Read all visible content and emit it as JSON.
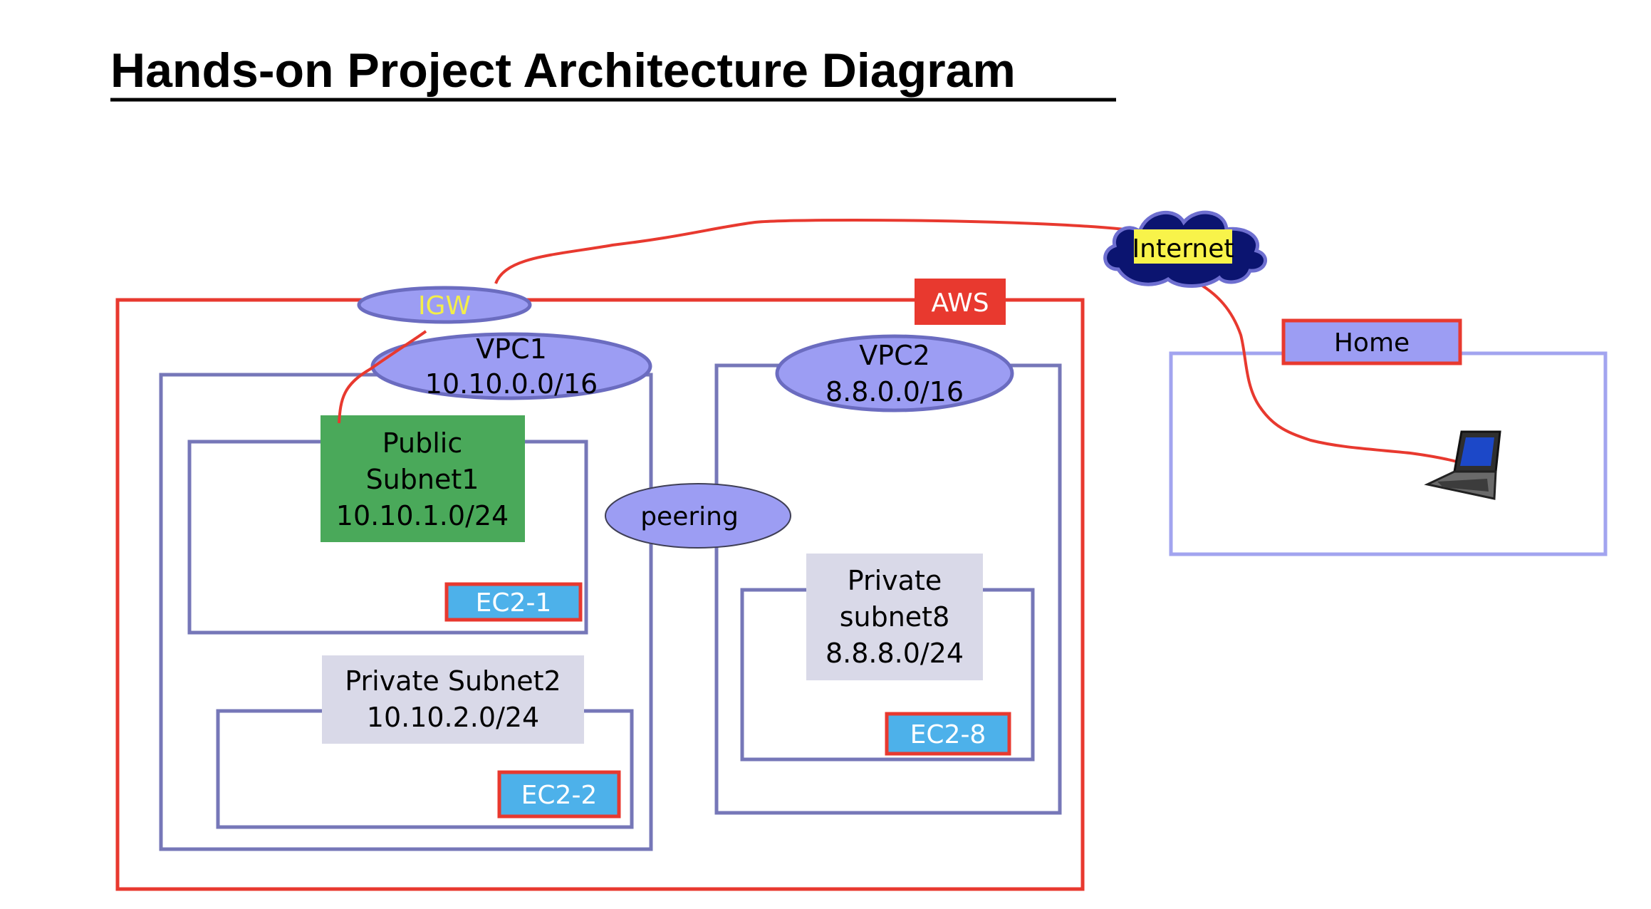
{
  "title": "Hands-on Project Architecture Diagram",
  "aws": {
    "label": "AWS"
  },
  "igw": {
    "label": "IGW"
  },
  "internet": {
    "label": "Internet"
  },
  "home": {
    "label": "Home"
  },
  "peering": {
    "label": "peering"
  },
  "vpc1": {
    "name": "VPC1",
    "cidr": "10.10.0.0/16"
  },
  "vpc2": {
    "name": "VPC2",
    "cidr": "8.8.0.0/16"
  },
  "public_subnet1": {
    "line1": "Public",
    "line2": "Subnet1",
    "cidr": "10.10.1.0/24"
  },
  "private_subnet2": {
    "line1": "Private Subnet2",
    "cidr": "10.10.2.0/24"
  },
  "private_subnet8": {
    "line1": "Private",
    "line2": "subnet8",
    "cidr": "8.8.8.0/24"
  },
  "instances": {
    "ec2_1": "EC2-1",
    "ec2_2": "EC2-2",
    "ec2_8": "EC2-8"
  },
  "colors": {
    "aws_red": "#e8392f",
    "vpc_blue": "#7677b8",
    "ellipse_fill": "#9c9df3",
    "public_green": "#4aa95a",
    "private_gray": "#d9d9e8",
    "ec2_blue": "#4db1ea",
    "cloud_navy": "#0b1470",
    "internet_yellow": "#f8f34a",
    "igw_text": "#f3ee4a"
  }
}
